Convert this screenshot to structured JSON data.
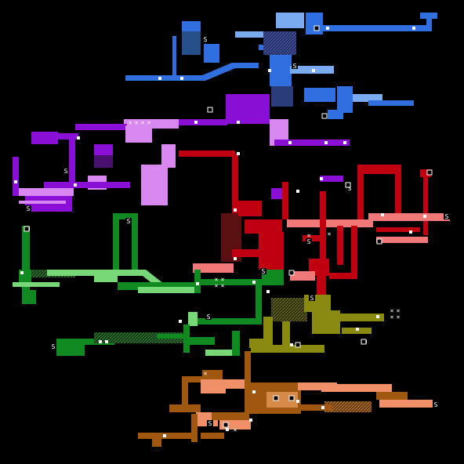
{
  "map": {
    "background": "#000000",
    "regions": [
      {
        "name": "blue",
        "color": "#2f6fe0"
      },
      {
        "name": "light-blue",
        "color": "#7aaaf0"
      },
      {
        "name": "navy",
        "color": "#2a3c7a"
      },
      {
        "name": "purple",
        "color": "#8a10d8"
      },
      {
        "name": "lavender",
        "color": "#d888f0"
      },
      {
        "name": "red",
        "color": "#c00010"
      },
      {
        "name": "dark-red",
        "color": "#5a1010"
      },
      {
        "name": "salmon",
        "color": "#f07878"
      },
      {
        "name": "green",
        "color": "#108a20"
      },
      {
        "name": "light-green",
        "color": "#78d878"
      },
      {
        "name": "dark-green",
        "color": "#184818"
      },
      {
        "name": "olive",
        "color": "#8a8a10"
      },
      {
        "name": "dark-olive",
        "color": "#3c3c10"
      },
      {
        "name": "brown",
        "color": "#a05810"
      },
      {
        "name": "peach",
        "color": "#f09068"
      }
    ],
    "save_marker": "S",
    "item_marker": "×",
    "door_color": "#ffffff"
  }
}
